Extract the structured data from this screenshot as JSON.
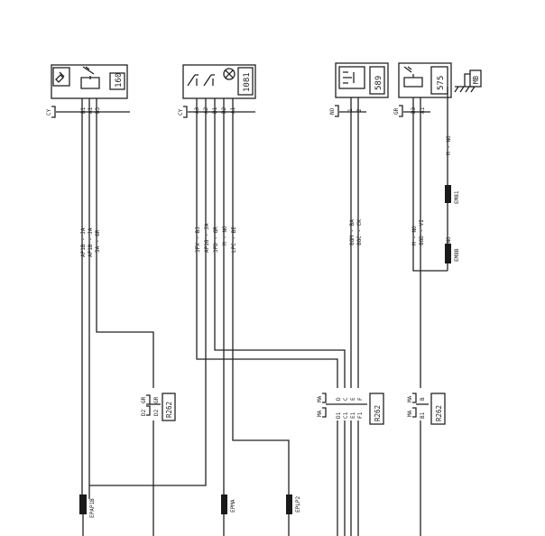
{
  "components": {
    "c160": {
      "id": "160",
      "connector_color": "CY",
      "pins": [
        "B1",
        "A1",
        "B3"
      ]
    },
    "c1081": {
      "id": "1081",
      "connector_color": "CY",
      "pins": [
        "A3",
        "A2",
        "B1",
        "B2",
        "A1"
      ]
    },
    "c589": {
      "id": "589",
      "connector_color": "NO",
      "pins": [
        "1",
        "2"
      ]
    },
    "c575": {
      "id": "575",
      "connector_color": "GR",
      "pins": [
        "B3",
        "A1"
      ]
    },
    "ground": {
      "label": "MB"
    }
  },
  "wires": {
    "c160": [
      "AP1B - JA",
      "AP1B - JA",
      "5A - GR"
    ],
    "c1081": [
      "3FX - BJ",
      "AP10 - JA",
      "3PD - GR",
      "M - NO",
      "LPC - BE"
    ],
    "c589": [
      "8GM - BA",
      "8GC - CK"
    ],
    "c575": [
      "M - NO",
      "8GD - VI"
    ],
    "ground": [
      "M - NO",
      "M - NO"
    ]
  },
  "splices": {
    "em81": "EM81",
    "em8b": "EM8B",
    "epap1b": "EPAP1B",
    "epma": "EPMA",
    "eplp2": "EPLP2"
  },
  "connectors": {
    "r262_left": {
      "id": "R262",
      "colors": [
        "GR",
        "GR"
      ],
      "pins": [
        "D2",
        "D2"
      ]
    },
    "r262_mid": {
      "id": "R262",
      "colors": [
        "MA",
        "MA"
      ],
      "pins_top": [
        "D",
        "C",
        "E",
        "F"
      ],
      "pins_bot": [
        "D1",
        "C1",
        "E1",
        "F1"
      ]
    },
    "r262_right": {
      "id": "R262",
      "colors": [
        "MA",
        "MA"
      ],
      "pins_top": [
        "B"
      ],
      "pins_bot": [
        "B1"
      ]
    }
  }
}
